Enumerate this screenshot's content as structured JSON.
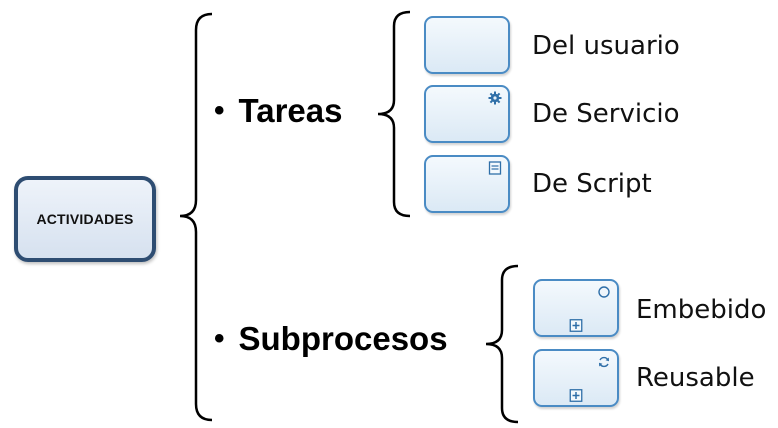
{
  "root": {
    "label": "ACTIVIDADES"
  },
  "branches": [
    {
      "title": "Tareas",
      "items": [
        {
          "label": "Del usuario",
          "icon": "user-task-shape"
        },
        {
          "label": "De Servicio",
          "icon": "service-task-gear-icon"
        },
        {
          "label": "De Script",
          "icon": "script-task-icon"
        }
      ]
    },
    {
      "title": "Subprocesos",
      "items": [
        {
          "label": "Embebido",
          "icon": "embedded-subprocess-icon"
        },
        {
          "label": "Reusable",
          "icon": "reusable-subprocess-icon"
        }
      ]
    }
  ],
  "colors": {
    "root_border": "#2e4d72",
    "task_border": "#4a8bc4",
    "brace": "#000000"
  }
}
